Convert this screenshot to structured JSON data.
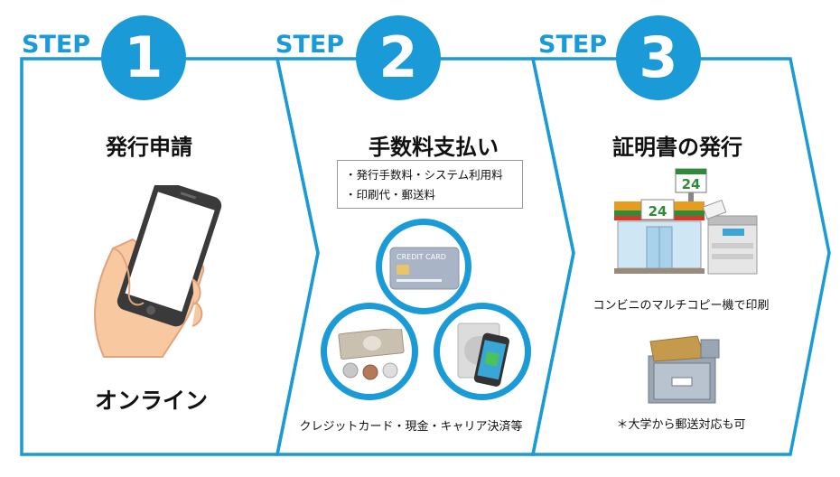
{
  "steps": [
    {
      "label": "STEP",
      "number": "1",
      "title": "発行申請",
      "caption": "オンライン"
    },
    {
      "label": "STEP",
      "number": "2",
      "title": "手数料支払い",
      "fees": [
        "・発行手数料・システム利用料",
        "・印刷代・郵送料"
      ],
      "caption": "クレジットカード・現金・キャリア決済等"
    },
    {
      "label": "STEP",
      "number": "3",
      "title": "証明書の発行",
      "caption_print": "コンビニのマルチコピー機で印刷",
      "caption_mail": "＊大学から郵送対応も可"
    }
  ],
  "illustrations": {
    "credit_card_text": "CREDIT CARD",
    "store_sign": "24"
  },
  "colors": {
    "accent": "#1a9ad6"
  }
}
